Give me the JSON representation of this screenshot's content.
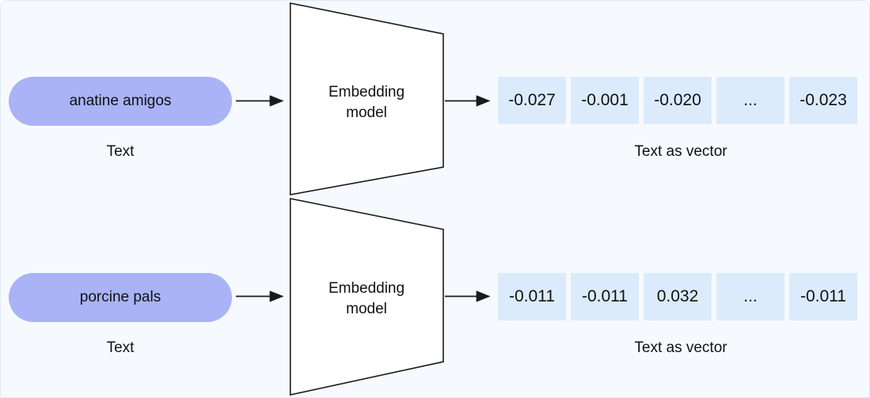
{
  "rows": [
    {
      "input": {
        "label": "anatine amigos",
        "caption": "Text"
      },
      "model": {
        "label": "Embedding model"
      },
      "output": {
        "values": [
          "-0.027",
          "-0.001",
          "-0.020",
          "...",
          "-0.023"
        ],
        "caption": "Text as vector"
      }
    },
    {
      "input": {
        "label": "porcine pals",
        "caption": "Text"
      },
      "model": {
        "label": "Embedding model"
      },
      "output": {
        "values": [
          "-0.011",
          "-0.011",
          "0.032",
          "...",
          "-0.011"
        ],
        "caption": "Text as vector"
      }
    }
  ],
  "colors": {
    "pill": "#a9b3f6",
    "cell": "#dcebfb",
    "background": "#f6fafe",
    "frame_border": "#e0e9f4",
    "text": "#111111"
  }
}
